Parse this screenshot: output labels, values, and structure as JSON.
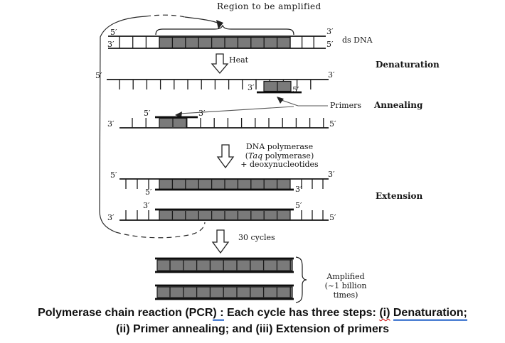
{
  "diagram": {
    "region_label": "Region to be amplified",
    "ds_dna_label": "ds DNA",
    "heat_label": "Heat",
    "step_denaturation": "Denaturation",
    "step_annealing": "Annealing",
    "step_extension": "Extension",
    "primers_label": "Primers",
    "polymerase_line1": "DNA polymerase",
    "polymerase_line2_open": "(",
    "polymerase_line2_italic": "Taq",
    "polymerase_line2_rest": " polymerase)",
    "polymerase_line3": "+ deoxynucleotides",
    "cycles_label": "30 cycles",
    "amplified_line1": "Amplified",
    "amplified_line2": "(~1 billion times)",
    "end_five": "5′",
    "end_three": "3′"
  },
  "caption": {
    "line1_part1": "Polymerase chain reaction (PCR",
    "line1_part2": ") :",
    "line1_part3": " Each cycle has three steps: ",
    "line1_part4": "(i)",
    "line1_part5": " ",
    "line1_part6": "Denaturation;",
    "line2": "(ii) Primer annealing; and (iii) Extension of primers"
  }
}
